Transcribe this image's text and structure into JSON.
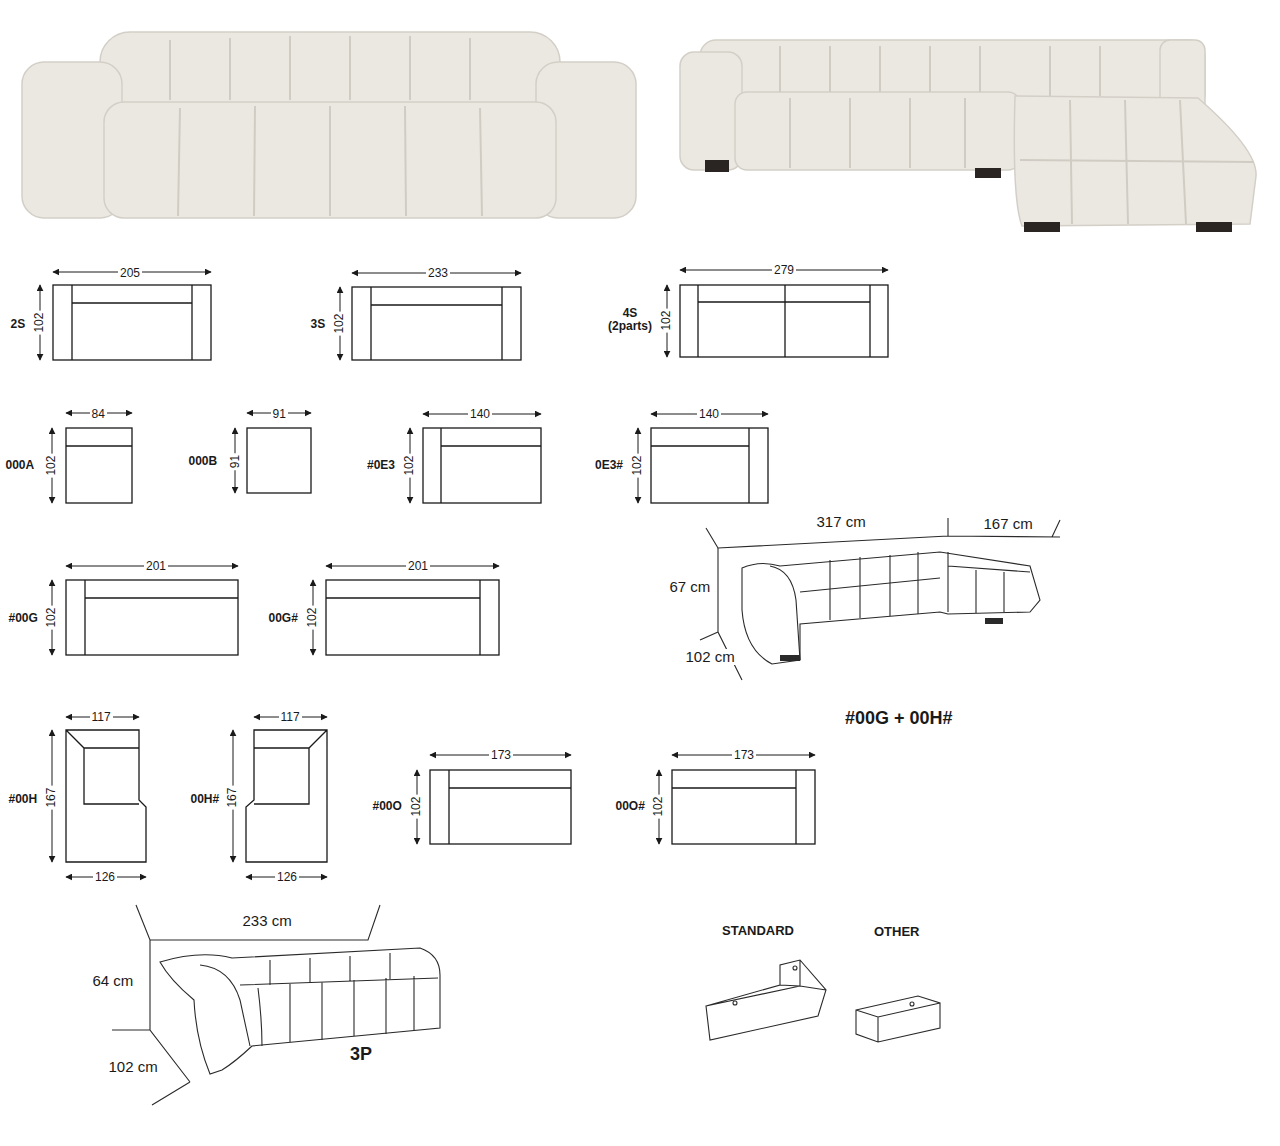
{
  "diagram": {
    "labels": [
      "205",
      "2S",
      "102",
      "233",
      "3S",
      "102",
      "279",
      "4S (2parts)",
      "102",
      "84",
      "000A",
      "102",
      "91",
      "000B",
      "91",
      "140",
      "#0E3",
      "102",
      "140",
      "0E3#",
      "102",
      "317 cm",
      "167 cm",
      "67 cm",
      "102 cm",
      "201",
      "#00G",
      "102",
      "201",
      "00G#",
      "102",
      "#00G + 00H#",
      "117",
      "#00H",
      "167",
      "126",
      "117",
      "00H#",
      "167",
      "126",
      "173",
      "#00O",
      "102",
      "173",
      "00O#",
      "102",
      "233 cm",
      "64 cm",
      "102 cm",
      "3P",
      "STANDARD",
      "OTHER"
    ]
  }
}
